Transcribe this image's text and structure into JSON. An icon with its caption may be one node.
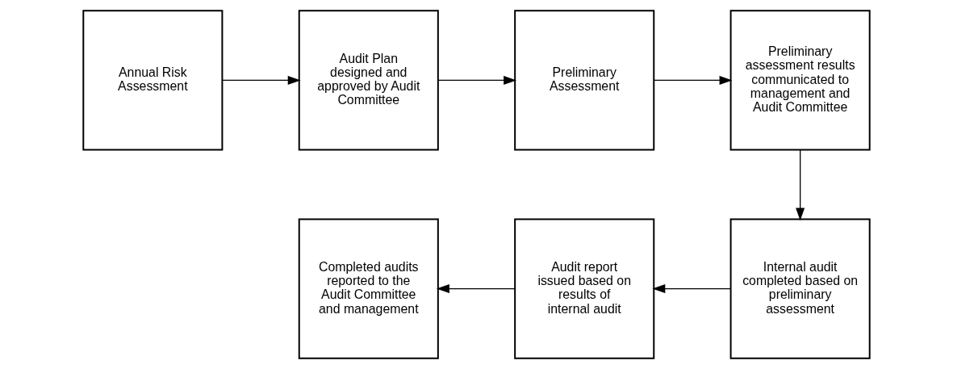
{
  "diagram": {
    "nodes": [
      {
        "text": [
          "Annual Risk Assessment"
        ]
      },
      {
        "text": [
          "Audit Plan designed and approved by Audit Committee"
        ]
      },
      {
        "text": [
          "Preliminary Assessment"
        ]
      },
      {
        "text": [
          "Preliminary assessment results communicated to management and Audit Committee"
        ]
      },
      {
        "text": [
          "Internal audit completed based on preliminary assessment"
        ]
      },
      {
        "text": [
          "Audit report issued based on results of internal audit"
        ]
      },
      {
        "text": [
          "Completed audits reported to the Audit Committee and management"
        ]
      }
    ],
    "edges": [
      {
        "from": 0,
        "to": 1,
        "arrow": "to"
      },
      {
        "from": 1,
        "to": 2,
        "arrow": "to"
      },
      {
        "from": 2,
        "to": 3,
        "arrow": "to"
      },
      {
        "from": 3,
        "to": 4,
        "arrow": "to"
      },
      {
        "from": 4,
        "to": 5,
        "arrow": "to"
      },
      {
        "from": 5,
        "to": 6,
        "arrow": "to"
      }
    ]
  }
}
